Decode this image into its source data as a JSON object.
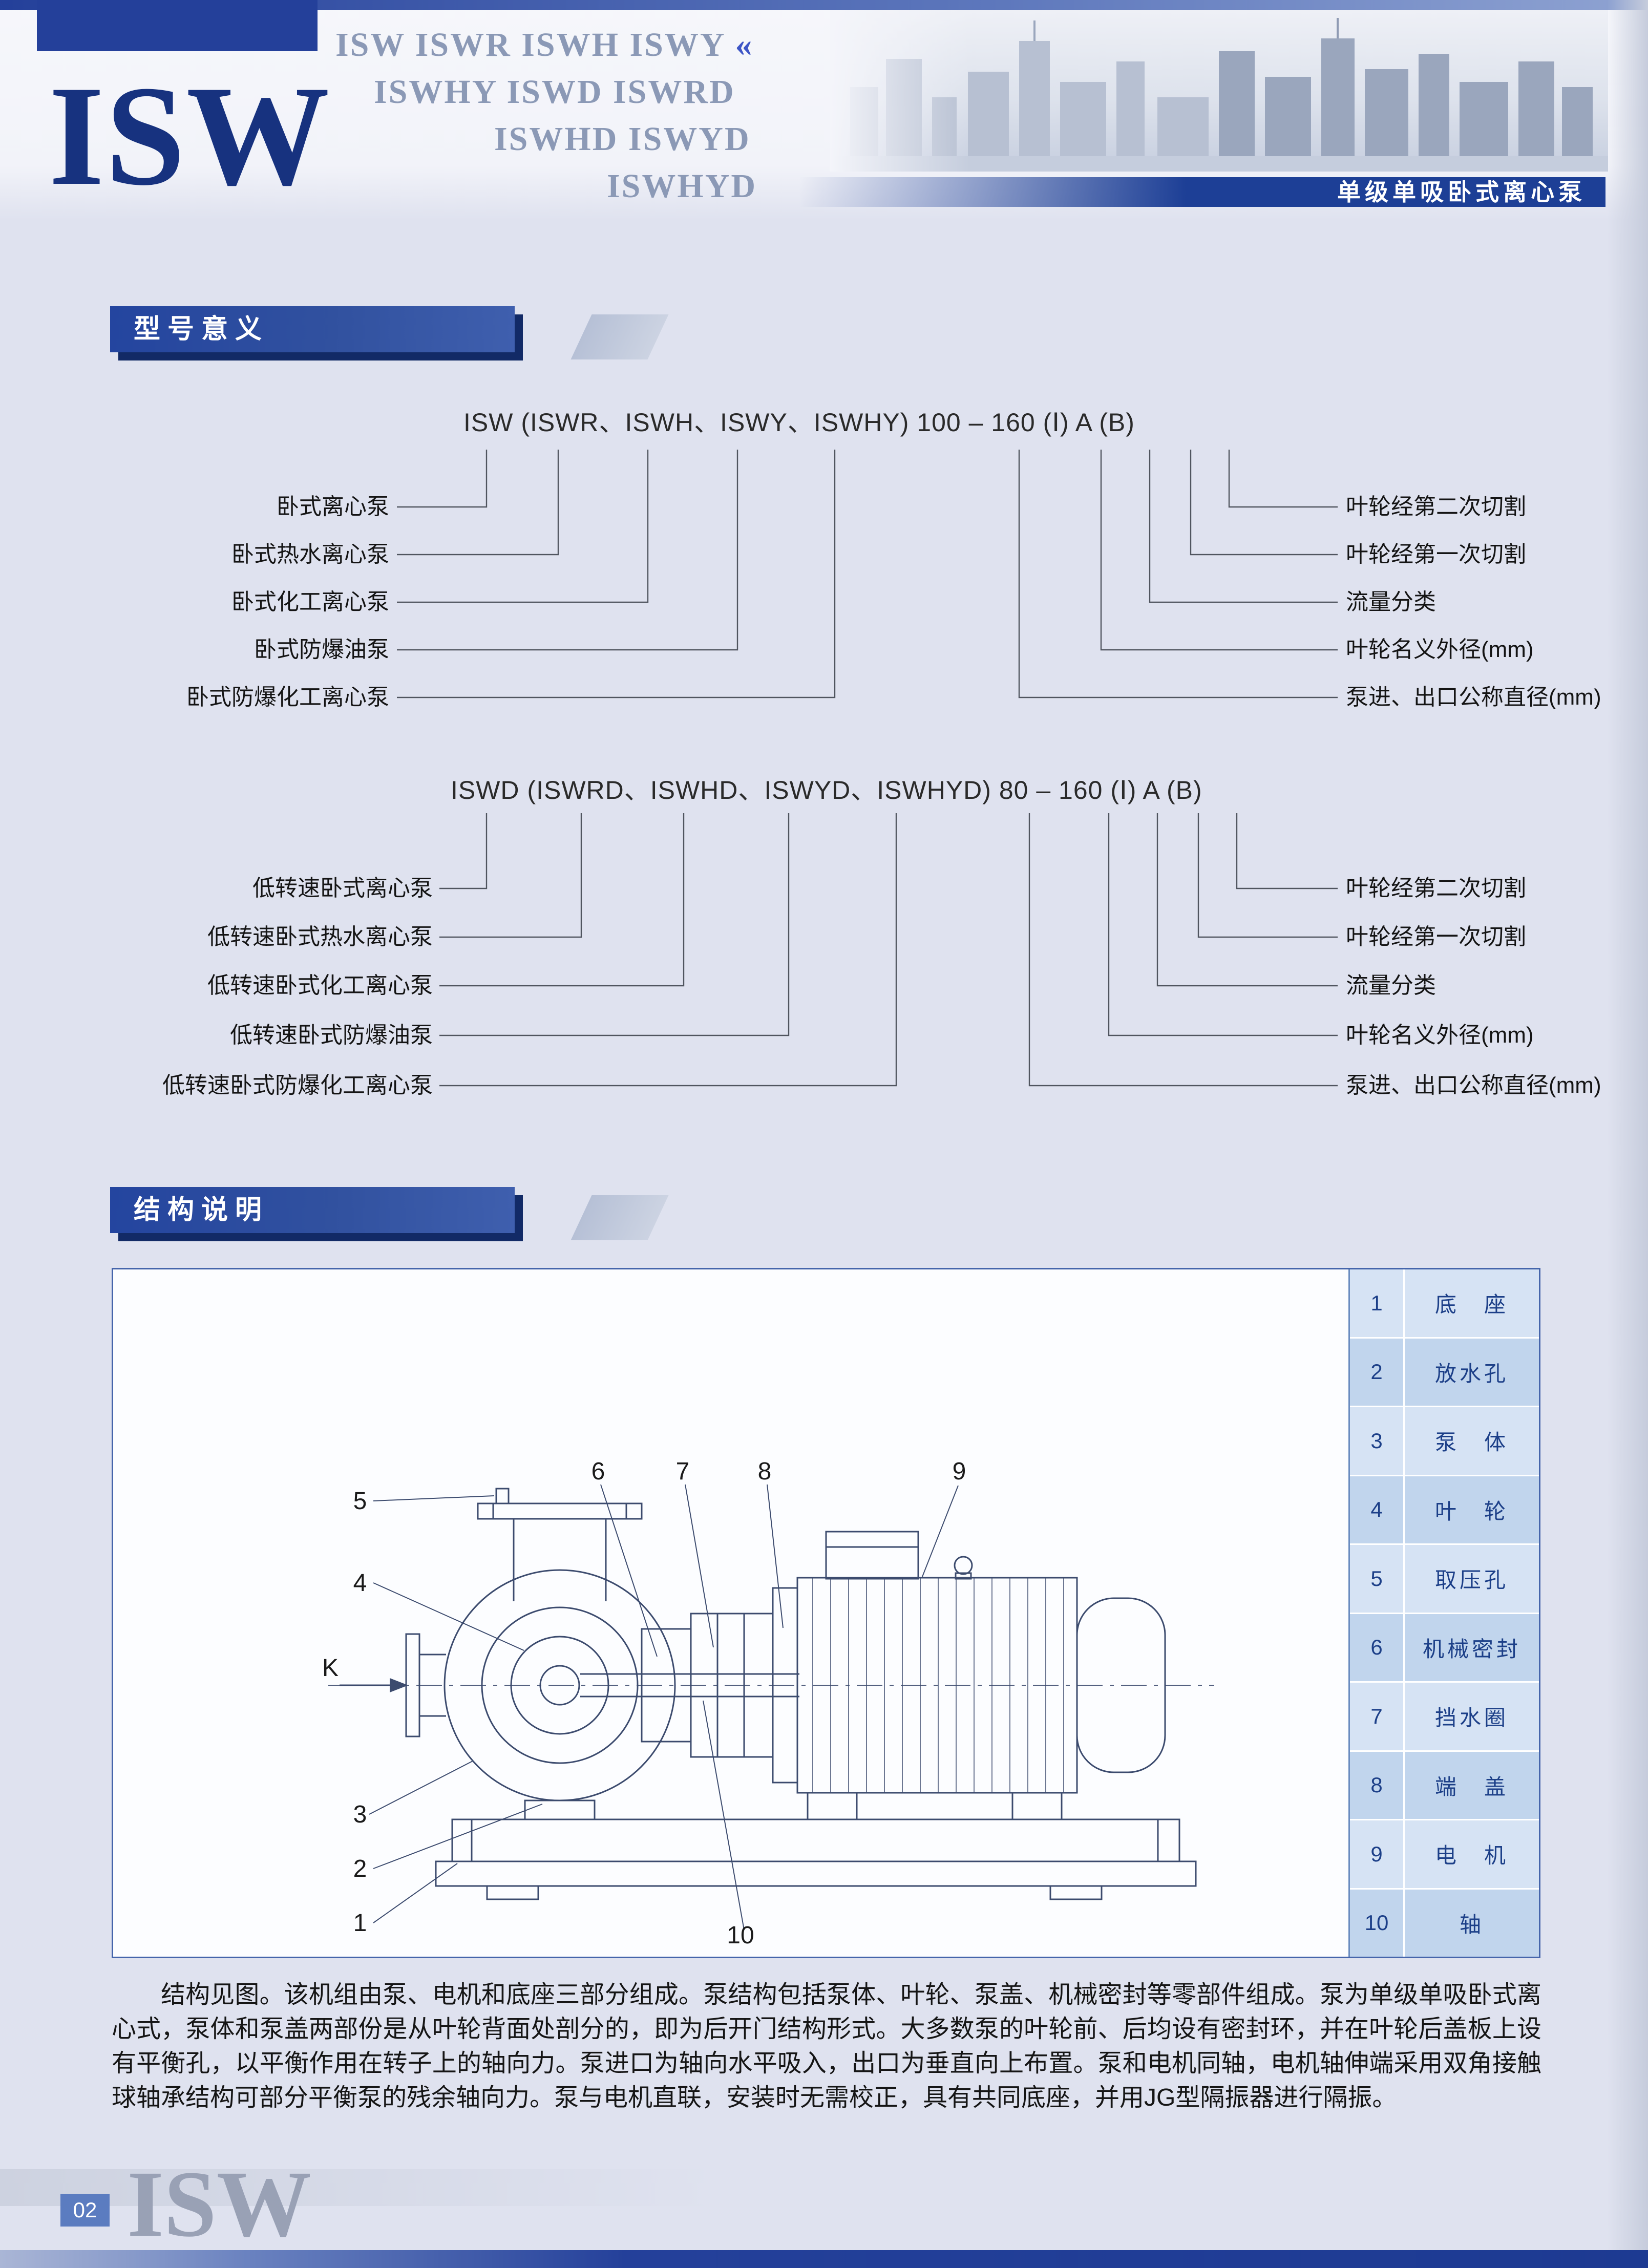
{
  "colors": {
    "accent_navy": "#24409a",
    "subtitle_bar_blue": "#1d3f96",
    "table_row_light": "#d6e3f4",
    "table_row_dark": "#c1d5ed",
    "logo_navy": "#17327f"
  },
  "header": {
    "logo": "ISW",
    "model_lines": [
      "ISW ISWR ISWH ISWY",
      "ISWHY ISWD ISWRD",
      "ISWHD ISWYD",
      "ISWHYD"
    ],
    "chevron": "«",
    "subtitle": "单级单吸卧式离心泵"
  },
  "model_meaning": {
    "heading": "型号意义",
    "diagram1": {
      "model": "ISW (ISWR、ISWH、ISWY、ISWHY) 100 – 160 (Ⅰ) A (B)",
      "left_labels": [
        "卧式离心泵",
        "卧式热水离心泵",
        "卧式化工离心泵",
        "卧式防爆油泵",
        "卧式防爆化工离心泵"
      ],
      "right_labels": [
        "叶轮经第二次切割",
        "叶轮经第一次切割",
        "流量分类",
        "叶轮名义外径(mm)",
        "泵进、出口公称直径(mm)"
      ]
    },
    "diagram2": {
      "model": "ISWD (ISWRD、ISWHD、ISWYD、ISWHYD) 80 – 160 (Ⅰ) A (B)",
      "left_labels": [
        "低转速卧式离心泵",
        "低转速卧式热水离心泵",
        "低转速卧式化工离心泵",
        "低转速卧式防爆油泵",
        "低转速卧式防爆化工离心泵"
      ],
      "right_labels": [
        "叶轮经第二次切割",
        "叶轮经第一次切割",
        "流量分类",
        "叶轮名义外径(mm)",
        "泵进、出口公称直径(mm)"
      ]
    }
  },
  "structure": {
    "heading": "结构说明",
    "callouts": {
      "k": "K",
      "n1": "1",
      "n2": "2",
      "n3": "3",
      "n4": "4",
      "n5": "5",
      "n6": "6",
      "n7": "7",
      "n8": "8",
      "n9": "9",
      "n10": "10"
    },
    "parts": [
      {
        "num": "1",
        "name": "底　座"
      },
      {
        "num": "2",
        "name": "放水孔"
      },
      {
        "num": "3",
        "name": "泵　体"
      },
      {
        "num": "4",
        "name": "叶　轮"
      },
      {
        "num": "5",
        "name": "取压孔"
      },
      {
        "num": "6",
        "name": "机械密封"
      },
      {
        "num": "7",
        "name": "挡水圈"
      },
      {
        "num": "8",
        "name": "端　盖"
      },
      {
        "num": "9",
        "name": "电　机"
      },
      {
        "num": "10",
        "name": "轴"
      }
    ],
    "paragraph": "结构见图。该机组由泵、电机和底座三部分组成。泵结构包括泵体、叶轮、泵盖、机械密封等零部件组成。泵为单级单吸卧式离心式，泵体和泵盖两部份是从叶轮背面处剖分的，即为后开门结构形式。大多数泵的叶轮前、后均设有密封环，并在叶轮后盖板上设有平衡孔，以平衡作用在转子上的轴向力。泵进口为轴向水平吸入，出口为垂直向上布置。泵和电机同轴，电机轴伸端采用双角接触球轴承结构可部分平衡泵的残余轴向力。泵与电机直联，安装时无需校正，具有共同底座，并用JG型隔振器进行隔振。"
  },
  "footer": {
    "page_no": "02",
    "logo": "ISW"
  }
}
